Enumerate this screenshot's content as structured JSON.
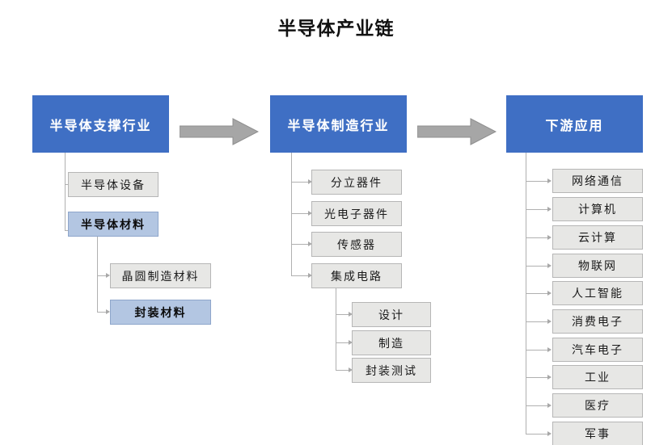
{
  "title": "半导体产业链",
  "colors": {
    "stage_fill": "#3f6fc4",
    "stage_text": "#ffffff",
    "node_fill": "#e7e7e5",
    "node_border": "#b6b6b6",
    "highlight_fill": "#b3c6e2",
    "highlight_border": "#8ea6cb",
    "connector": "#b0b0b0",
    "arrow_fill": "#a6a6a6",
    "arrow_border": "#8f8f8f",
    "background": "#ffffff"
  },
  "stages": [
    {
      "id": "support",
      "label": "半导体支撑行业"
    },
    {
      "id": "manufacturing",
      "label": "半导体制造行业"
    },
    {
      "id": "downstream",
      "label": "下游应用"
    }
  ],
  "flow_arrows": [
    {
      "from": "support",
      "to": "manufacturing",
      "icon": "block-arrow-right-icon"
    },
    {
      "from": "manufacturing",
      "to": "downstream",
      "icon": "block-arrow-right-icon"
    }
  ],
  "support_children": [
    {
      "label": "半导体设备",
      "highlight": false
    },
    {
      "label": "半导体材料",
      "highlight": true
    }
  ],
  "material_children": [
    {
      "label": "晶圆制造材料",
      "highlight": false
    },
    {
      "label": "封装材料",
      "highlight": true
    }
  ],
  "manufacturing_children": [
    {
      "label": "分立器件",
      "highlight": false
    },
    {
      "label": "光电子器件",
      "highlight": false
    },
    {
      "label": "传感器",
      "highlight": false
    },
    {
      "label": "集成电路",
      "highlight": false
    }
  ],
  "ic_children": [
    {
      "label": "设计",
      "highlight": false
    },
    {
      "label": "制造",
      "highlight": false
    },
    {
      "label": "封装测试",
      "highlight": false
    }
  ],
  "downstream_children": [
    {
      "label": "网络通信",
      "highlight": false
    },
    {
      "label": "计算机",
      "highlight": false
    },
    {
      "label": "云计算",
      "highlight": false
    },
    {
      "label": "物联网",
      "highlight": false
    },
    {
      "label": "人工智能",
      "highlight": false
    },
    {
      "label": "消费电子",
      "highlight": false
    },
    {
      "label": "汽车电子",
      "highlight": false
    },
    {
      "label": "工业",
      "highlight": false
    },
    {
      "label": "医疗",
      "highlight": false
    },
    {
      "label": "军事",
      "highlight": false
    }
  ]
}
